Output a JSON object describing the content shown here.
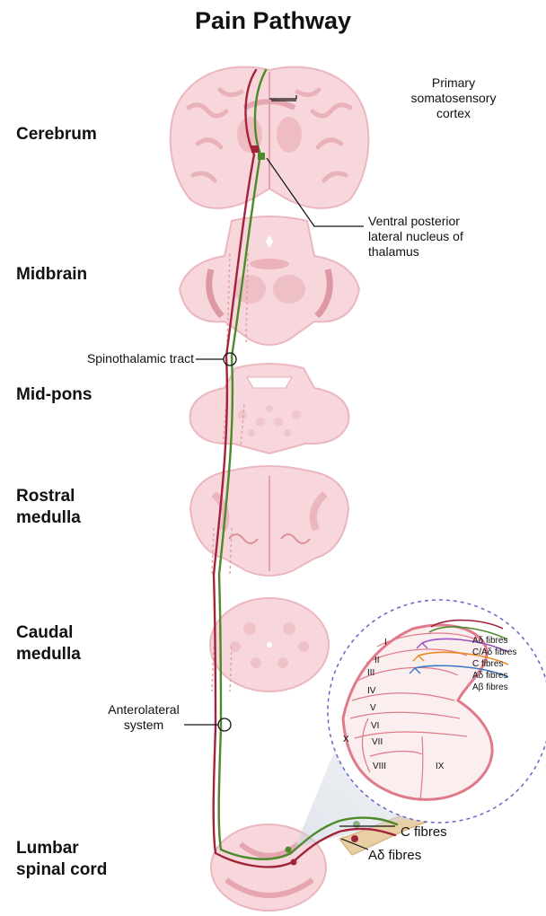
{
  "title": "Pain Pathway",
  "regions": {
    "cerebrum": "Cerebrum",
    "midbrain": "Midbrain",
    "midpons": "Mid-pons",
    "rostral_medulla": [
      "Rostral",
      "medulla"
    ],
    "caudal_medulla": [
      "Caudal",
      "medulla"
    ],
    "lumbar": [
      "Lumbar",
      "spinal cord"
    ]
  },
  "callouts": {
    "primary_cortex": [
      "Primary",
      "somatosensory",
      "cortex"
    ],
    "vpl": [
      "Ventral posterior",
      "lateral nucleus of",
      "thalamus"
    ],
    "spinothalamic": "Spinothalamic tract",
    "anterolateral": [
      "Anterolateral",
      "system"
    ],
    "c_fibres": "C fibres",
    "ad_fibres": "Aδ fibres"
  },
  "inset": {
    "laminae": [
      "I",
      "II",
      "III",
      "IV",
      "V",
      "VI",
      "VII",
      "VIII",
      "IX",
      "X"
    ],
    "fibres": [
      {
        "label": "Aδ fibres",
        "color": "#a2243a"
      },
      {
        "label": "C/Aδ fibres",
        "color": "#4c8a2a"
      },
      {
        "label": "C fibres",
        "color": "#9b4fc0"
      },
      {
        "label": "Aδ fibres",
        "color": "#e58a1f"
      },
      {
        "label": "Aβ fibres",
        "color": "#3a78c8"
      }
    ]
  },
  "colors": {
    "tissue": "#f7d7dc",
    "tissue_dark": "#e9a9b3",
    "tract_red": "#a2243a",
    "tract_green": "#4c8a2a",
    "inset_border": "#6a63c4"
  }
}
